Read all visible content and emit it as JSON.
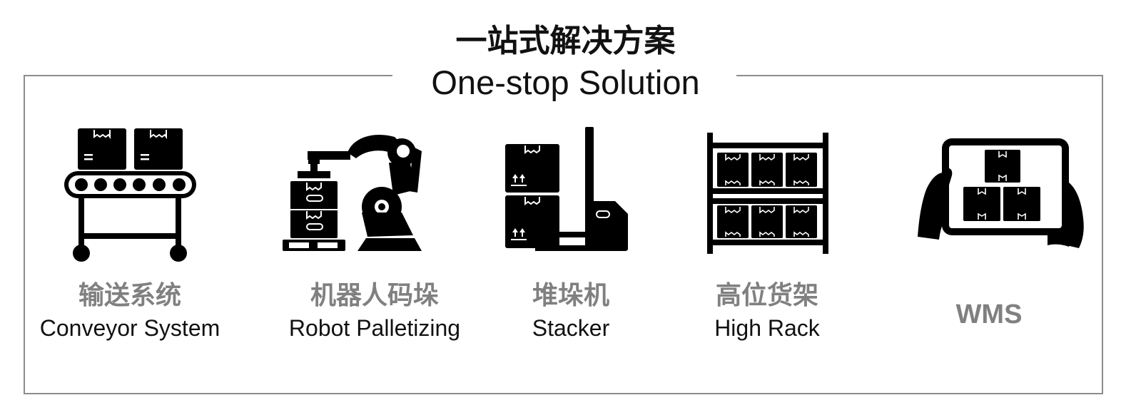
{
  "title": {
    "zh": "一站式解决方案",
    "en": "One-stop Solution"
  },
  "items": [
    {
      "zh": "输送系统",
      "en": "Conveyor System",
      "icon": "conveyor-icon"
    },
    {
      "zh": "机器人码垛",
      "en": "Robot Palletizing",
      "icon": "robot-arm-icon"
    },
    {
      "zh": "堆垛机",
      "en": "Stacker",
      "icon": "stacker-icon"
    },
    {
      "zh": "高位货架",
      "en": "High Rack",
      "icon": "high-rack-icon"
    },
    {
      "en": "WMS",
      "icon": "tablet-boxes-icon"
    }
  ],
  "colors": {
    "frame": "#8c8c8c",
    "label_zh": "#808080",
    "label_wms": "#808080",
    "icon": "#000000"
  }
}
